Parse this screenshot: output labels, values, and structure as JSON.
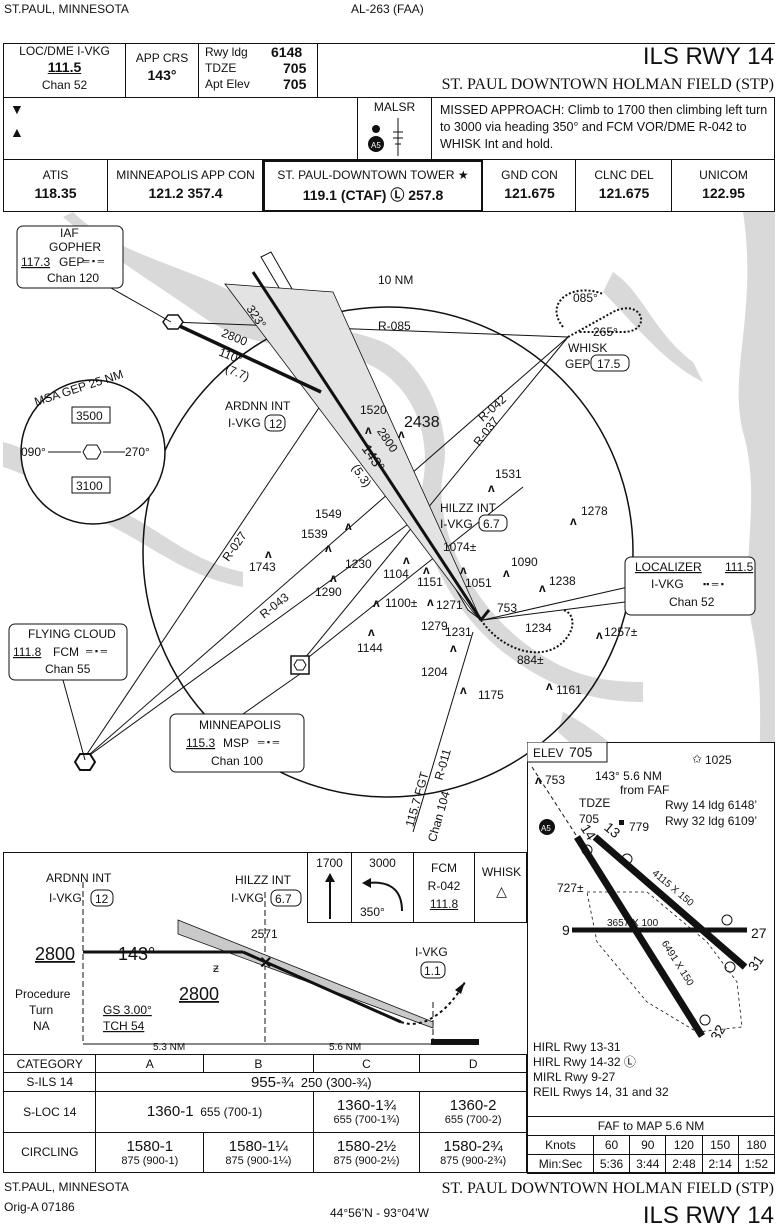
{
  "header": {
    "location": "ST.PAUL, MINNESOTA",
    "chart_id": "AL-263 (FAA)",
    "title": "ILS RWY 14",
    "airport": "ST. PAUL DOWNTOWN HOLMAN FIELD (STP)"
  },
  "briefing": {
    "loc_label": "LOC/DME I-VKG",
    "loc_freq": "111.5",
    "loc_chan": "Chan 52",
    "app_crs_label": "APP CRS",
    "app_crs": "143°",
    "rwy_ldg_label": "Rwy ldg",
    "rwy_ldg": "6148",
    "tdze_label": "TDZE",
    "tdze": "705",
    "apt_elev_label": "Apt Elev",
    "apt_elev": "705",
    "malsr": "MALSR",
    "missed_approach": "MISSED APPROACH: Climb to 1700 then climbing left turn to 3000 via heading 350° and FCM VOR/DME R-042 to WHISK Int and hold."
  },
  "comms": [
    {
      "name": "ATIS",
      "freq": "118.35"
    },
    {
      "name": "MINNEAPOLIS APP CON",
      "freq": "121.2  357.4"
    },
    {
      "name": "ST. PAUL-DOWNTOWN TOWER ★",
      "freq": "119.1 (CTAF) Ⓛ 257.8"
    },
    {
      "name": "GND CON",
      "freq": "121.675"
    },
    {
      "name": "CLNC DEL",
      "freq": "121.675"
    },
    {
      "name": "UNICOM",
      "freq": "122.95"
    }
  ],
  "plan": {
    "iaf_label": "IAF",
    "gopher_name": "GOPHER",
    "gopher_freq": "117.3",
    "gopher_id": "GEP",
    "gopher_chan": "Chan 120",
    "msa_title": "MSA GEP 25 NM",
    "msa_3500": "3500",
    "msa_3100": "3100",
    "msa_090": "090°",
    "msa_270": "270°",
    "ten_nm": "10 NM",
    "r085": "R-085",
    "r042": "R-042",
    "r037": "R-037",
    "r027": "R-027",
    "r043": "R-043",
    "r011": "R-011",
    "whisk_name": "WHISK",
    "whisk_gep": "GEP",
    "whisk_dist": "17.5",
    "hold_085": "085°",
    "hold_265": "265°",
    "course_323": "323°",
    "alt_2800": "2800",
    "crs_110": "110°",
    "dist_77": "(7.7)",
    "ardnn_name": "ARDNN INT",
    "ardnn_id": "I-VKG",
    "ardnn_dist": "12",
    "crs_143": "143°",
    "dist_53": "(5.3)",
    "alt_2800b": "2800",
    "hilzz_name": "HILZZ INT",
    "hilzz_id": "I-VKG",
    "hilzz_dist": "6.7",
    "loc_box_name": "LOCALIZER",
    "loc_box_freq": "111.5",
    "loc_box_id": "I-VKG",
    "loc_box_chan": "Chan 52",
    "fc_name": "FLYING CLOUD",
    "fc_freq": "111.8",
    "fc_id": "FCM",
    "fc_chan": "Chan 55",
    "msp_name": "MINNEAPOLIS",
    "msp_freq": "115.3",
    "msp_id": "MSP",
    "msp_chan": "Chan 100",
    "fgt_freq": "115.7",
    "fgt_id": "FGT",
    "fgt_chan": "Chan 104",
    "obstacles": [
      "1520",
      "2438",
      "1531",
      "1278",
      "1549",
      "1539",
      "1743",
      "1230",
      "1104",
      "1290",
      "1151",
      "1051",
      "1090",
      "1074±",
      "1100±",
      "1271",
      "1279",
      "1231",
      "1238",
      "1234",
      "1257±",
      "1144",
      "1204",
      "884±",
      "1175",
      "1161",
      "753"
    ]
  },
  "profile": {
    "ardnn_name": "ARDNN INT",
    "ardnn_id": "I-VKG",
    "ardnn_dist": "12",
    "hilzz_name": "HILZZ INT",
    "hilzz_id": "I-VKG",
    "hilzz_dist": "6.7",
    "alt_2800a": "2800",
    "crs_143": "143°",
    "alt_2571": "2571",
    "alt_2800b": "2800",
    "pt_line1": "Procedure",
    "pt_line2": "Turn",
    "pt_line3": "NA",
    "gs": "GS 3.00°",
    "tch": "TCH 54",
    "ivkg_label": "I-VKG",
    "ivkg_dist": "1.1",
    "dist_53": "5.3 NM",
    "dist_56": "5.6 NM",
    "ma_1700": "1700",
    "ma_3000": "3000",
    "ma_350": "350°",
    "ma_fcm": "FCM",
    "ma_r042": "R-042",
    "ma_1118": "111.8",
    "ma_whisk": "WHISK"
  },
  "minimums": {
    "headers": [
      "CATEGORY",
      "A",
      "B",
      "C",
      "D"
    ],
    "sils_label": "S-ILS 14",
    "sils_value": "955-¾",
    "sils_sub": "250 (300-¾)",
    "sloc_label": "S-LOC 14",
    "sloc_ab": "1360-1",
    "sloc_ab_sub": "655 (700-1)",
    "sloc_c": "1360-1¾",
    "sloc_c_sub": "655 (700-1¾)",
    "sloc_d": "1360-2",
    "sloc_d_sub": "655 (700-2)",
    "circ_label": "CIRCLING",
    "circ": [
      {
        "v": "1580-1",
        "s": "875 (900-1)"
      },
      {
        "v": "1580-1¼",
        "s": "875 (900-1¼)"
      },
      {
        "v": "1580-2½",
        "s": "875 (900-2½)"
      },
      {
        "v": "1580-2¾",
        "s": "875 (900-2¾)"
      }
    ]
  },
  "airport_sketch": {
    "elev_label": "ELEV",
    "elev": "705",
    "tower_elev": "1025",
    "obst_753": "753",
    "crs_note1": "143° 5.6 NM",
    "crs_note2": "from FAF",
    "tdze_label": "TDZE",
    "tdze": "705",
    "obst_779": "779",
    "obst_727": "727±",
    "rwy14_ldg": "Rwy 14 ldg 6148’",
    "rwy32_ldg": "Rwy 32 ldg 6109’",
    "dim_3657": "3657 X 100",
    "dim_4115": "4115 X 150",
    "dim_6491": "6491 X 150",
    "rwy_9": "9",
    "rwy_27": "27",
    "rwy_13": "13",
    "rwy_31": "31",
    "rwy_14": "14",
    "rwy_32": "32",
    "lights": [
      "HIRL Rwy 13-31",
      "HIRL Rwy 14-32 Ⓛ",
      "MIRL Rwy 9-27",
      "REIL Rwys 14, 31 and 32"
    ],
    "faf_title": "FAF to MAP 5.6 NM",
    "knots_label": "Knots",
    "knots": [
      "60",
      "90",
      "120",
      "150",
      "180"
    ],
    "minsec_label": "Min:Sec",
    "times": [
      "5:36",
      "3:44",
      "2:48",
      "2:14",
      "1:52"
    ]
  },
  "footer": {
    "location": "ST.PAUL, MINNESOTA",
    "amendment": "Orig-A  07186",
    "coords": "44°56’N - 93°04’W",
    "airport": "ST. PAUL DOWNTOWN HOLMAN FIELD (STP)",
    "title": "ILS RWY 14"
  }
}
